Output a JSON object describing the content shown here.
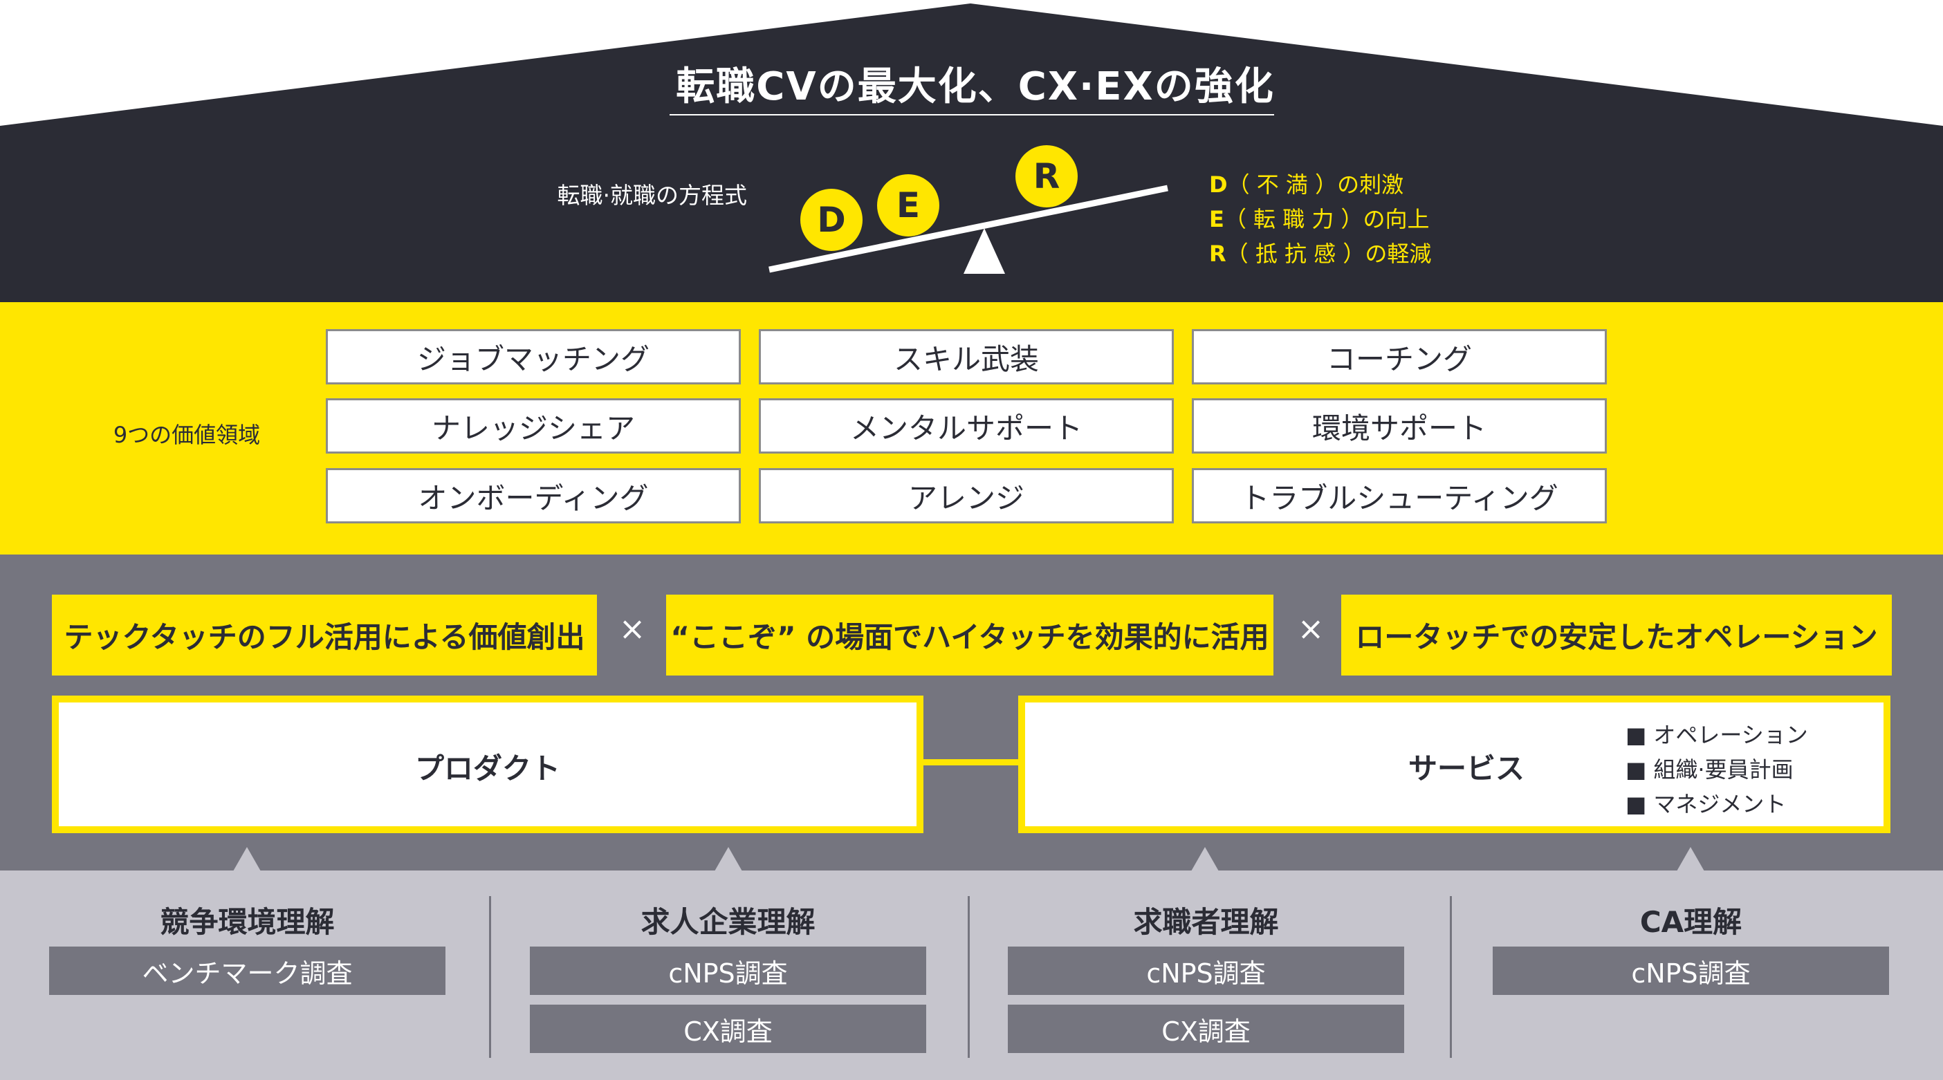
{
  "colors": {
    "dark": "#2b2c35",
    "yellow": "#ffe600",
    "grey": "#75757f",
    "light_grey": "#c6c5cd",
    "white": "#ffffff"
  },
  "title": "転職CVの最大化、CX·EXの強化",
  "equation": {
    "label": "転職·就職の方程式",
    "letters": [
      "D",
      "E",
      "R"
    ],
    "legend": [
      {
        "key": "D",
        "text": "（ 不 満 ）の刺激"
      },
      {
        "key": "E",
        "text": "（ 転 職 力 ）の向上"
      },
      {
        "key": "R",
        "text": "（ 抵 抗 感 ）の軽減"
      }
    ]
  },
  "value_areas": {
    "label": "9つの価値領域",
    "items": [
      "ジョブマッチング",
      "スキル武装",
      "コーチング",
      "ナレッジシェア",
      "メンタルサポート",
      "環境サポート",
      "オンボーディング",
      "アレンジ",
      "トラブルシューティング"
    ]
  },
  "approaches": {
    "items": [
      "テックタッチのフル活用による価値創出",
      "“ここぞ” の場面でハイタッチを効果的に活用",
      "ロータッチでの安定したオペレーション"
    ],
    "separator": "×"
  },
  "product": {
    "label": "プロダクト"
  },
  "service": {
    "label": "サービス",
    "items": [
      "■ オペレーション",
      "■ 組織·要員計画",
      "■ マネジメント"
    ]
  },
  "research": [
    {
      "title": "競争環境理解",
      "surveys": [
        "ベンチマーク調査"
      ]
    },
    {
      "title": "求人企業理解",
      "surveys": [
        "cNPS調査",
        "CX調査"
      ]
    },
    {
      "title": "求職者理解",
      "surveys": [
        "cNPS調査",
        "CX調査"
      ]
    },
    {
      "title": "CA理解",
      "surveys": [
        "cNPS調査"
      ]
    }
  ]
}
